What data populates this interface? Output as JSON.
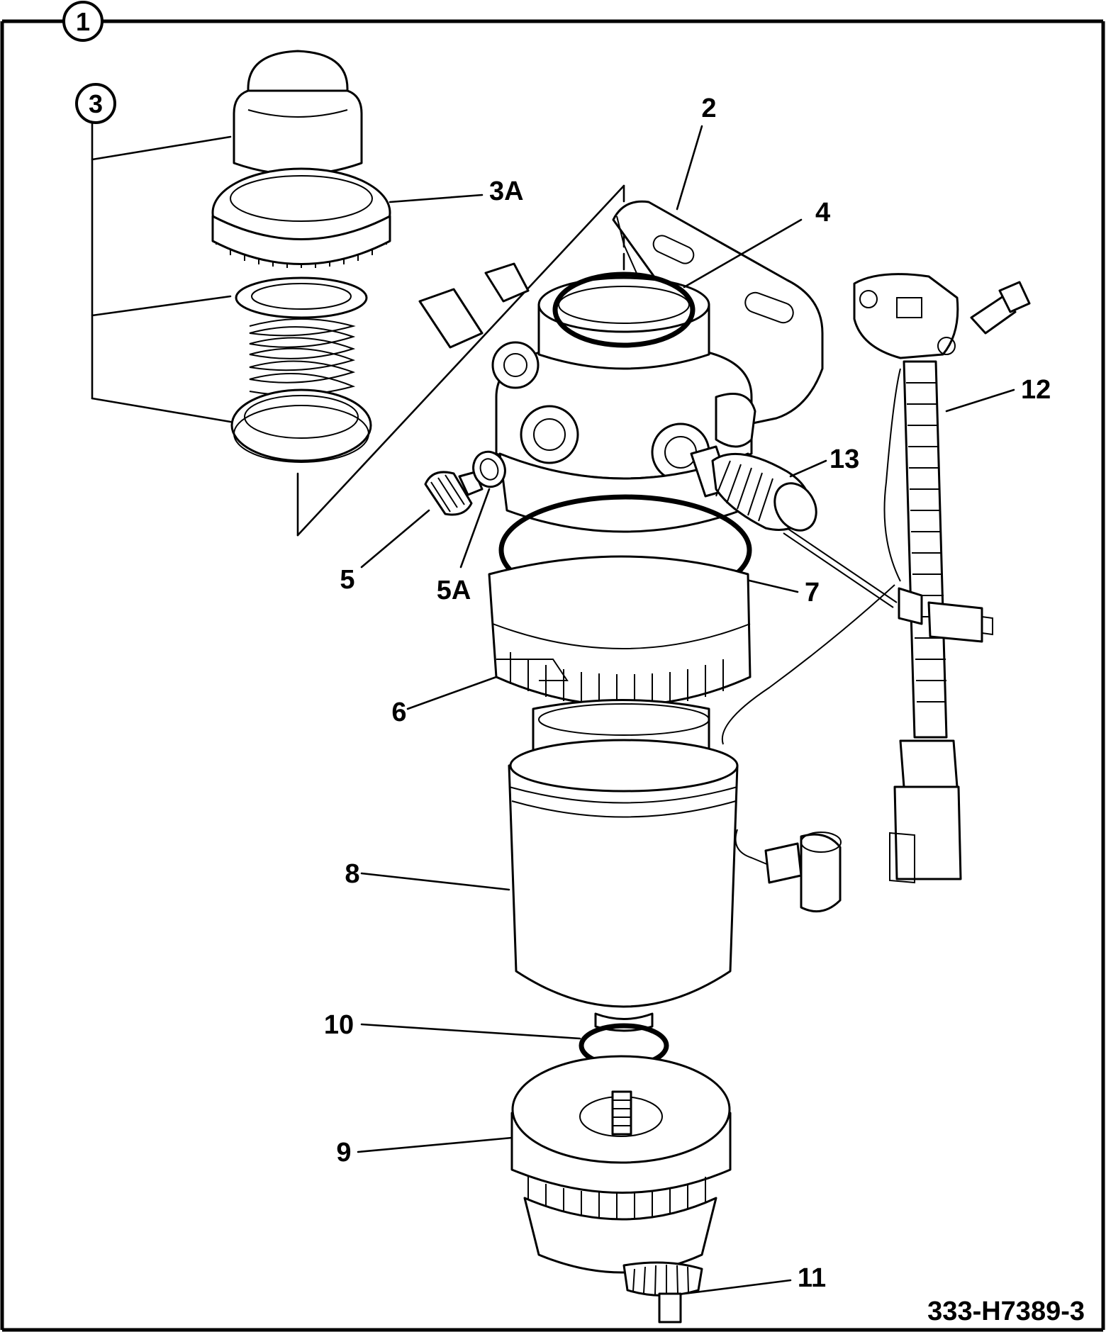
{
  "drawing_number": "333-H7389-3",
  "callouts": {
    "c1": "1",
    "c2": "2",
    "c3": "3",
    "c3a": "3A",
    "c4": "4",
    "c5": "5",
    "c5a": "5A",
    "c6": "6",
    "c7": "7",
    "c8": "8",
    "c9": "9",
    "c10": "10",
    "c11": "11",
    "c12": "12",
    "c13": "13"
  },
  "colors": {
    "ink": "#000000",
    "paper": "#ffffff"
  }
}
